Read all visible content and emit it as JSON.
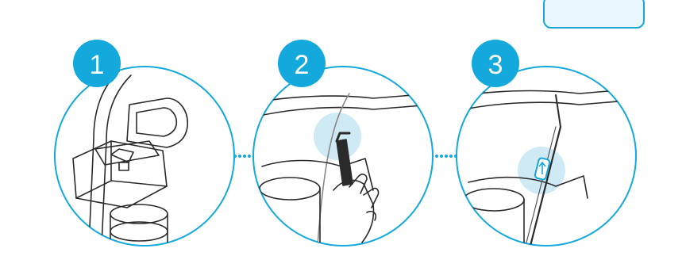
{
  "steps": [
    {
      "number": "1",
      "illustration": "stem-cover-removed"
    },
    {
      "number": "2",
      "illustration": "hex-key-loosening-bolt"
    },
    {
      "number": "3",
      "illustration": "cable-routed-through-stem"
    }
  ],
  "colors": {
    "accent": "#13a9dc",
    "highlight": "#cfeaf5",
    "line": "#2a2a2a",
    "corner_box_fill": "#e9f7fd",
    "corner_box_border": "#1aa7d8"
  },
  "connector": "dotted-line"
}
